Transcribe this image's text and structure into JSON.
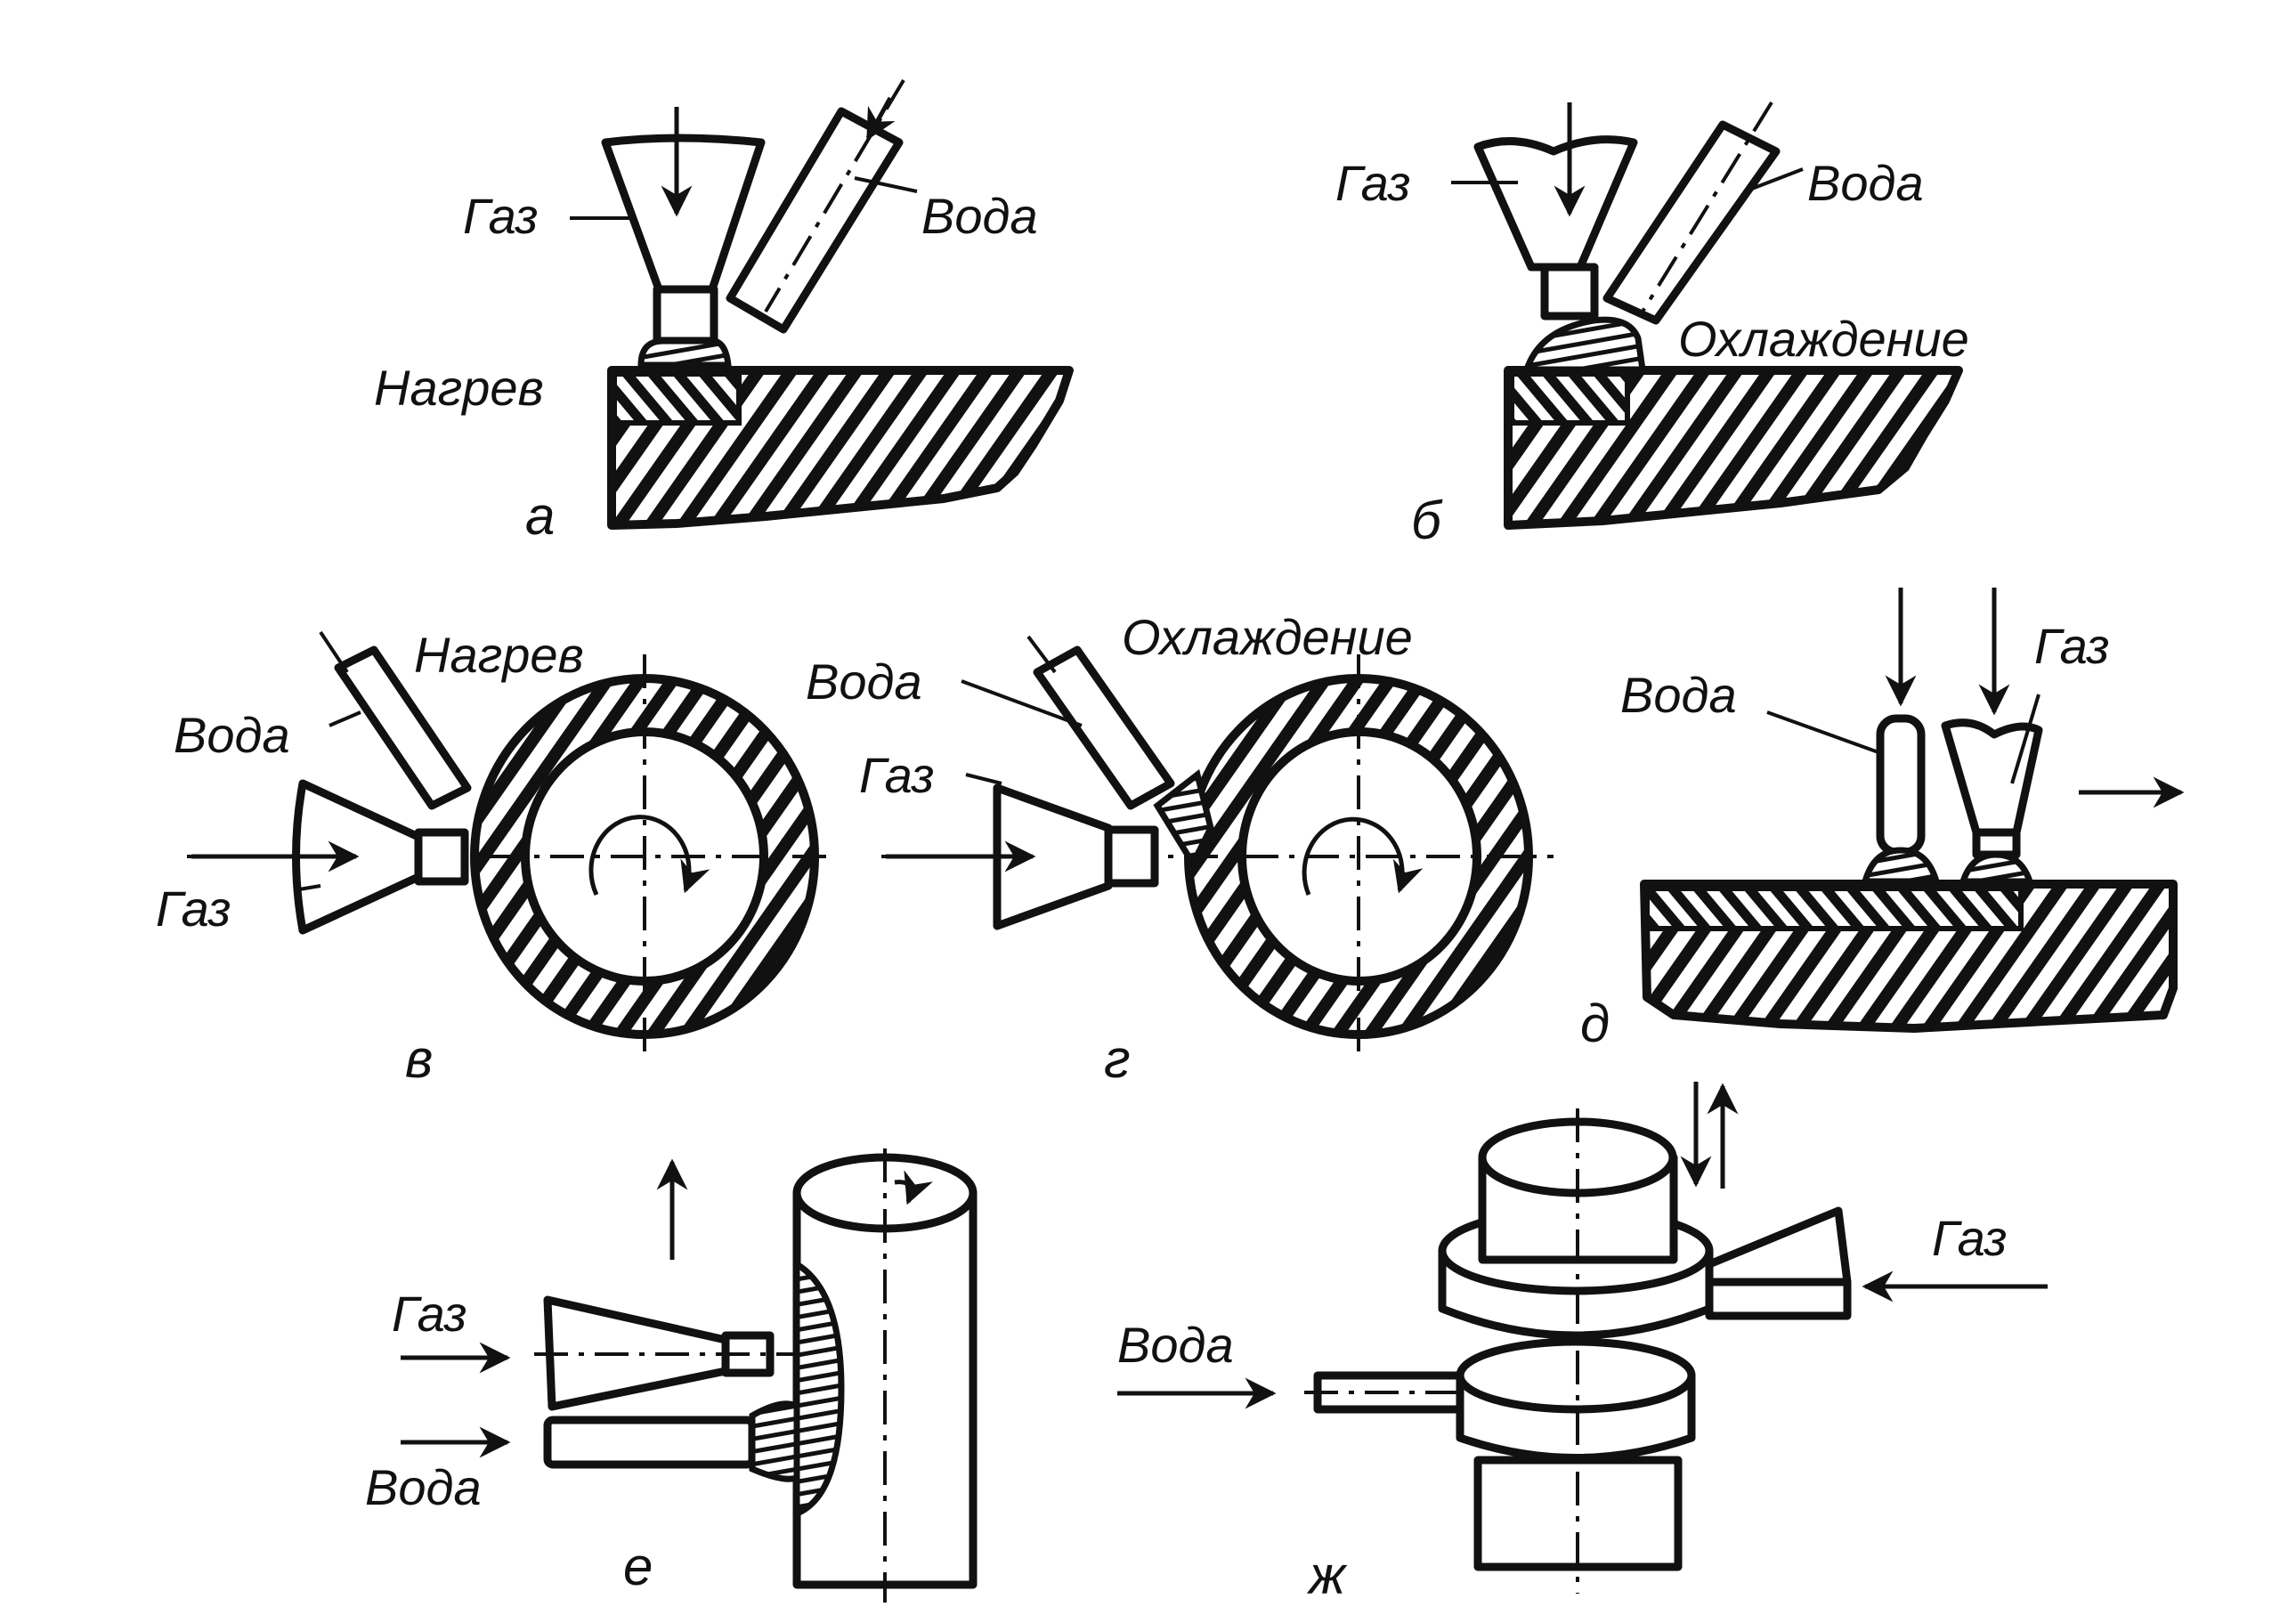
{
  "figure": {
    "panels": [
      {
        "id": "a",
        "caption": "а",
        "labels": {
          "gas": "Газ",
          "water": "Вода",
          "heating": "Нагрев"
        }
      },
      {
        "id": "b",
        "caption": "б",
        "labels": {
          "gas": "Газ",
          "water": "Вода",
          "cooling": "Охлаждение"
        }
      },
      {
        "id": "v",
        "caption": "в",
        "labels": {
          "heating": "Нагрев",
          "water": "Вода",
          "gas": "Газ"
        }
      },
      {
        "id": "g",
        "caption": "г",
        "labels": {
          "cooling": "Охлаждение",
          "water": "Вода",
          "gas": "Газ"
        }
      },
      {
        "id": "d",
        "caption": "д",
        "labels": {
          "water": "Вода",
          "gas": "Газ"
        }
      },
      {
        "id": "e",
        "caption": "е",
        "labels": {
          "gas": "Газ",
          "water": "Вода"
        }
      },
      {
        "id": "zh",
        "caption": "ж",
        "labels": {
          "water": "Вода",
          "gas": "Газ"
        }
      }
    ],
    "colors": {
      "ink": "#111111",
      "paper": "#ffffff"
    }
  }
}
